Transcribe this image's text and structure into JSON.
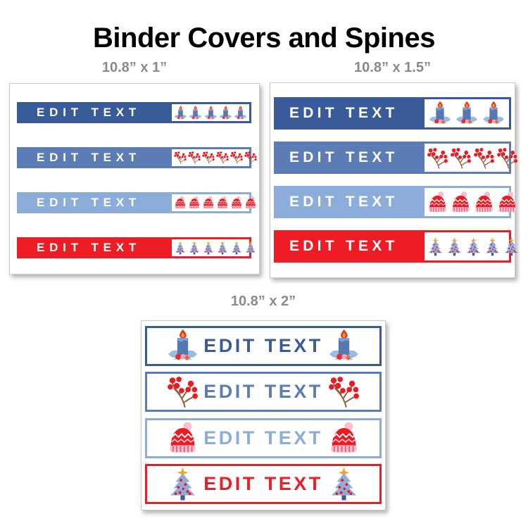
{
  "page": {
    "title": "Binder Covers and Spines"
  },
  "palette": {
    "navy": "#3a5b99",
    "medium_blue": "#5b7cb5",
    "light_blue": "#8cadda",
    "red": "#ee1c24",
    "label_gray": "#8a8a8a",
    "strip_text_white": "#ffffff",
    "card_background": "#ffffff"
  },
  "sections": [
    {
      "label": "10.8” x 1”",
      "strips": [
        {
          "text": "EDIT TEXT",
          "style": "navy",
          "icon": "candle-icon",
          "icon_count": 5
        },
        {
          "text": "EDIT TEXT",
          "style": "medium-blue",
          "icon": "berries-icon",
          "icon_count": 6
        },
        {
          "text": "EDIT TEXT",
          "style": "light-blue",
          "icon": "hat-icon",
          "icon_count": 6
        },
        {
          "text": "EDIT TEXT",
          "style": "red",
          "icon": "tree-icon",
          "icon_count": 6
        }
      ]
    },
    {
      "label": "10.8” x 1.5”",
      "strips": [
        {
          "text": "EDIT TEXT",
          "style": "navy",
          "icon": "candle-icon",
          "icon_count": 3
        },
        {
          "text": "EDIT TEXT",
          "style": "medium-blue",
          "icon": "berries-icon",
          "icon_count": 4
        },
        {
          "text": "EDIT TEXT",
          "style": "light-blue",
          "icon": "hat-icon",
          "icon_count": 4
        },
        {
          "text": "EDIT TEXT",
          "style": "red",
          "icon": "tree-icon",
          "icon_count": 5
        }
      ]
    },
    {
      "label": "10.8” x 2”",
      "strips": [
        {
          "text": "EDIT TEXT",
          "style": "navy",
          "icon": "candle-icon",
          "icon_count": 2
        },
        {
          "text": "EDIT TEXT",
          "style": "medium-blue",
          "icon": "berries-icon",
          "icon_count": 2
        },
        {
          "text": "EDIT TEXT",
          "style": "light-blue",
          "icon": "hat-icon",
          "icon_count": 2
        },
        {
          "text": "EDIT TEXT",
          "style": "red",
          "icon": "tree-icon",
          "icon_count": 2
        }
      ]
    }
  ]
}
